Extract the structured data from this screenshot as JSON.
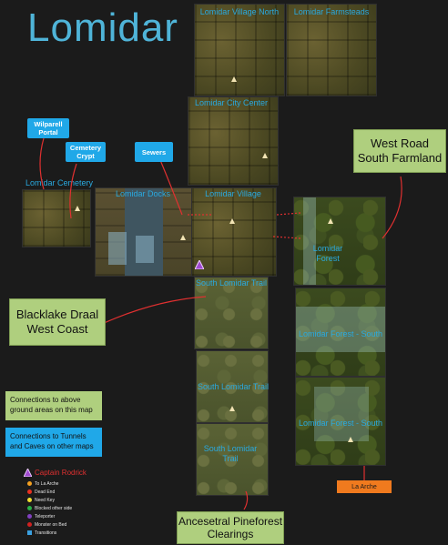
{
  "title": "Lomidar",
  "areas": {
    "village_north": "Lomidar Village North",
    "farmsteads": "Lomidar Farmsteads",
    "city_center": "Lomidar City Center",
    "cemetery": "Lomidar Cemetery",
    "docks": "Lomidar Docks",
    "village": "Lomidar Village",
    "forest": "Lomidar Forest",
    "south_trail_1": "South Lomidar Trail",
    "forest_south_1": "Lomidar Forest - South",
    "south_trail_2": "South Lomidar Trail",
    "forest_south_2": "Lomidar Forest - South",
    "south_trail_3": "South Lomidar Trail"
  },
  "tunnel_links": {
    "wilparell": "Wilparell Portal",
    "crypt": "Cemetery Crypt",
    "sewers": "Sewers"
  },
  "ground_links": {
    "west_road": "West Road South Farmland",
    "blacklake": "Blacklake Draal West Coast",
    "pineforest": "Ancesetral Pineforest Clearings"
  },
  "la_arche": "La Arche",
  "legend": {
    "ground": "Connections to above ground areas on this map",
    "tunnels": "Connections to Tunnels and Caves on other maps",
    "captain": "Captain Rodrick",
    "items": [
      {
        "label": "To La Arche",
        "color": "#f4a020"
      },
      {
        "label": "Dead End",
        "color": "#e83020"
      },
      {
        "label": "Need Key",
        "color": "#f0e030"
      },
      {
        "label": "Blocked other side",
        "color": "#28b048"
      },
      {
        "label": "Teleporter",
        "color": "#8040c0"
      },
      {
        "label": "Monster on Bed",
        "color": "#d02020"
      },
      {
        "label": "Transitions",
        "color": "#3aa0e0"
      }
    ]
  },
  "colors": {
    "title": "#4fb4d8",
    "area_label": "#29a9e0",
    "tunnel_box": "#20a8e8",
    "ground_box": "#afcf7e",
    "connector": "#e03030",
    "captain": "#e03030",
    "la_arche": "#f07a1e"
  }
}
